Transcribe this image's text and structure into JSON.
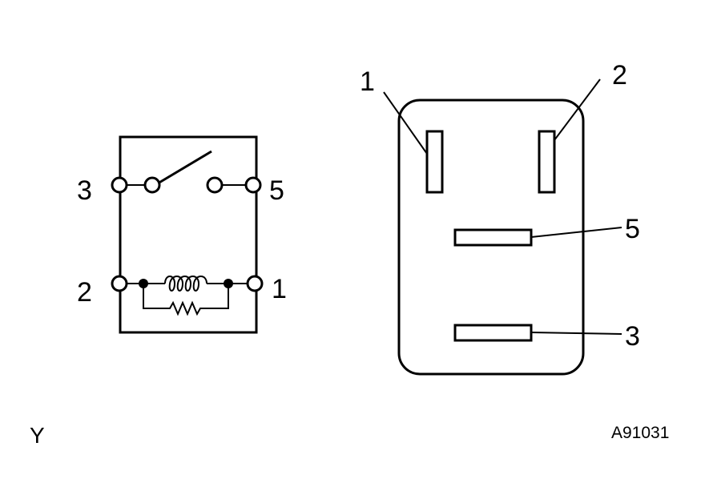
{
  "schematic": {
    "terminals": {
      "t3": "3",
      "t5": "5",
      "t2": "2",
      "t1": "1"
    }
  },
  "connector": {
    "pins": {
      "p1": "1",
      "p2": "2",
      "p5": "5",
      "p3": "3"
    }
  },
  "footer": {
    "view_label": "Y",
    "figure_code": "A91031"
  }
}
